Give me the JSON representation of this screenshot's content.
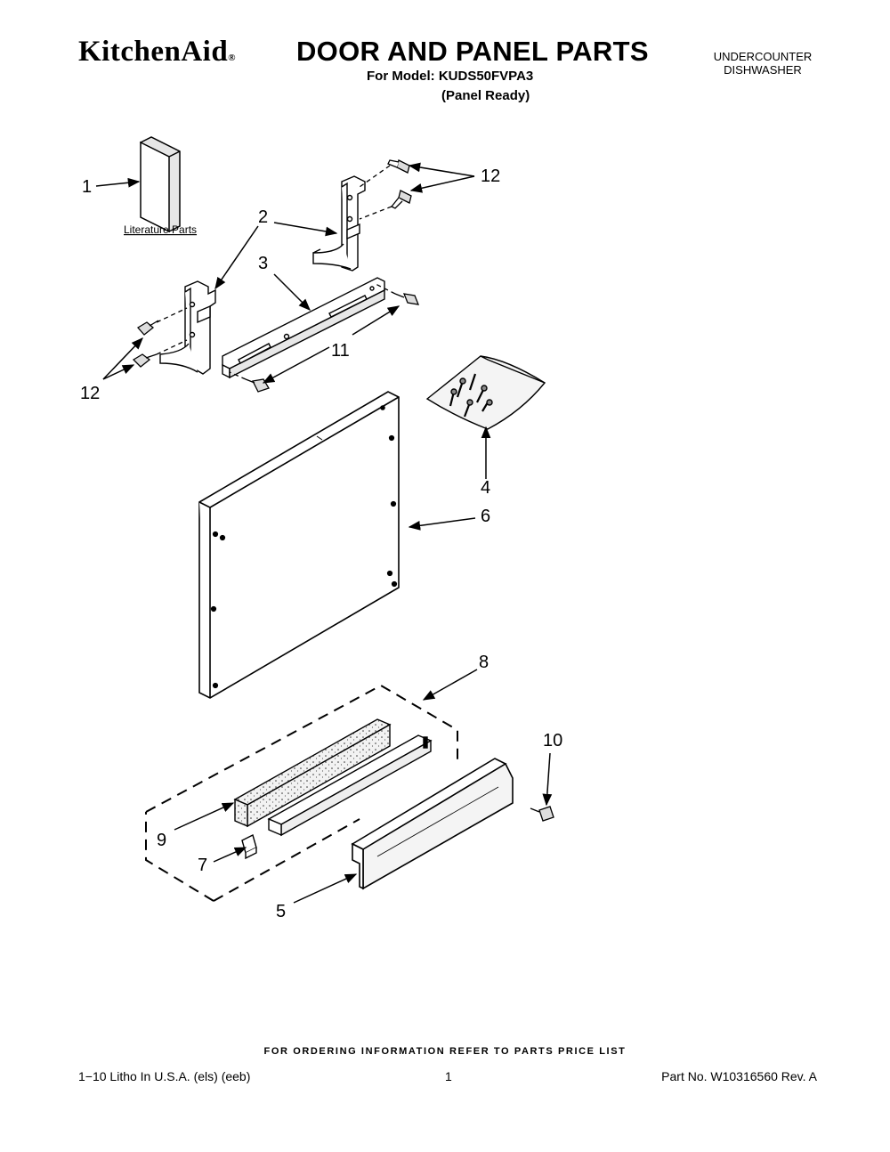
{
  "header": {
    "brand": "KitchenAid",
    "brand_mark": "®",
    "title": "DOOR AND PANEL PARTS",
    "model_line": "For Model: KUDS50FVPA3",
    "variant": "(Panel Ready)",
    "category_line1": "UNDERCOUNTER",
    "category_line2": "DISHWASHER"
  },
  "diagram": {
    "literature_label": "Literature Parts",
    "callouts": {
      "c1": "1",
      "c2": "2",
      "c3": "3",
      "c4": "4",
      "c5": "5",
      "c6": "6",
      "c7": "7",
      "c8": "8",
      "c9": "9",
      "c10": "10",
      "c11": "11",
      "c12a": "12",
      "c12b": "12"
    }
  },
  "footer": {
    "ordering_note": "FOR ORDERING INFORMATION REFER TO PARTS PRICE LIST",
    "litho": "1−10 Litho In U.S.A. (els) (eeb)",
    "page": "1",
    "part_no": "Part No. W10316560 Rev. A"
  }
}
